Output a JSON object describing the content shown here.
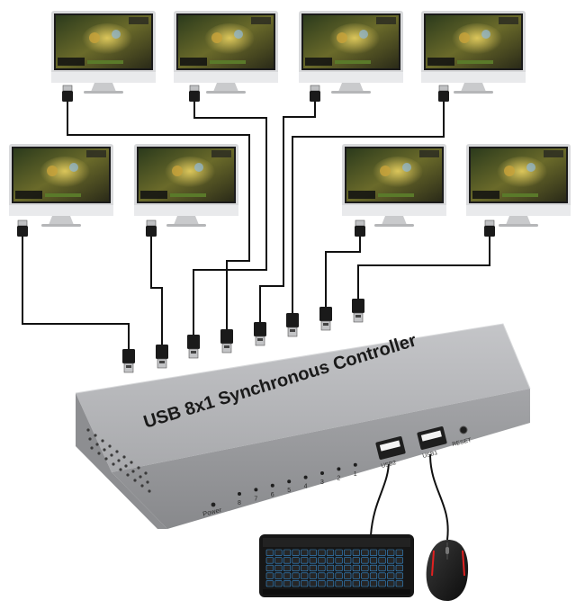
{
  "device": {
    "title": "USB 8x1 Synchronous Controller",
    "power_label": "Power",
    "reset_label": "RESET",
    "usb_port_labels": [
      "USB2",
      "USB1"
    ],
    "channel_numbers": [
      "8",
      "7",
      "6",
      "5",
      "4",
      "3",
      "2",
      "1"
    ],
    "body_color": "#a9aaad",
    "top_color": "#b9babd",
    "front_color": "#9a9b9e"
  },
  "computers": [
    {
      "position": 1,
      "row": "top",
      "screen_icon": "game-screen"
    },
    {
      "position": 2,
      "row": "top",
      "screen_icon": "game-screen"
    },
    {
      "position": 3,
      "row": "top",
      "screen_icon": "game-screen"
    },
    {
      "position": 4,
      "row": "top",
      "screen_icon": "game-screen"
    },
    {
      "position": 5,
      "row": "middle",
      "screen_icon": "game-screen"
    },
    {
      "position": 6,
      "row": "middle",
      "screen_icon": "game-screen"
    },
    {
      "position": 7,
      "row": "middle",
      "screen_icon": "game-screen"
    },
    {
      "position": 8,
      "row": "middle",
      "screen_icon": "game-screen"
    }
  ],
  "peripherals": {
    "keyboard": {
      "name": "keyboard-icon",
      "backlight": "#3fa9ff"
    },
    "mouse": {
      "name": "mouse-icon",
      "accent": "#e02020"
    }
  },
  "colors": {
    "cable": "#111111",
    "screen_bezel": "#1b1b1b",
    "monitor_body": "#d9dadc",
    "game_green": "#5a7a2a",
    "game_gold": "#c9a23a"
  }
}
